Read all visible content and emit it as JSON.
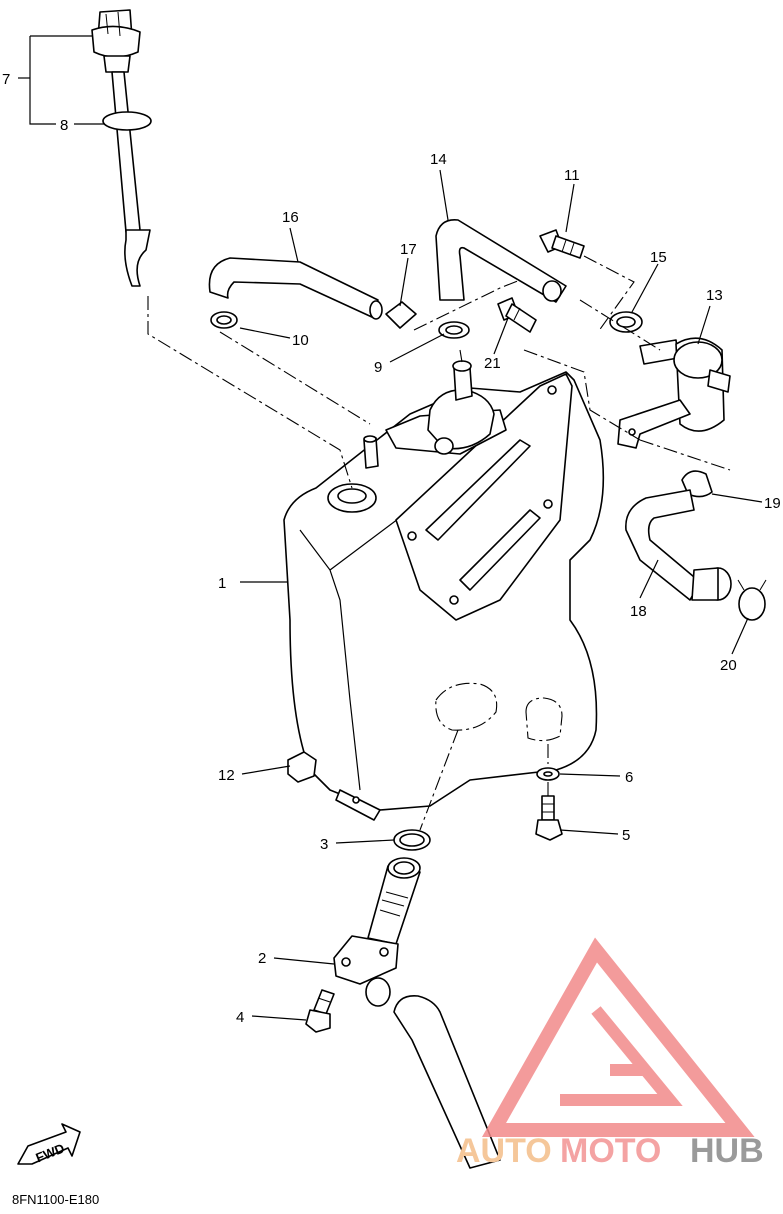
{
  "diagram": {
    "code": "8FN1100-E180",
    "fwd_label": "FWD",
    "callouts": [
      "1",
      "2",
      "3",
      "4",
      "5",
      "6",
      "7",
      "8",
      "9",
      "10",
      "11",
      "12",
      "13",
      "14",
      "15",
      "16",
      "17",
      "18",
      "19",
      "20",
      "21"
    ]
  },
  "watermark": {
    "parts": [
      "AUTO",
      "MOTO",
      "HUB"
    ],
    "colors": {
      "auto": "#f5c79a",
      "moto": "#f4a3a3",
      "hub": "#9a9a9a",
      "logo": "#f28a8a"
    }
  }
}
